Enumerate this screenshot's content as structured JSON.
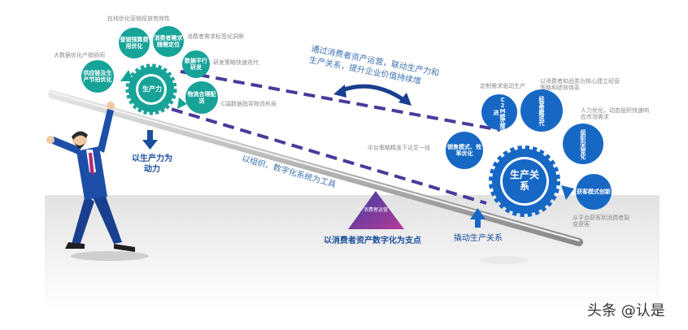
{
  "left": {
    "gear_label": "生产力",
    "nodes": [
      "营销预算费用优化",
      "消费者需求随需定位",
      "数据平行研发",
      "物流合理配送",
      "供应链及生产节拍优化"
    ],
    "captions": {
      "top": "在线优化营销投放有效性",
      "top_right": "消费者需求标签化洞察",
      "left": "大数据优化产销协同",
      "right": "研发策略快速迭代",
      "bottom_right": "C端数据指导物流布局"
    },
    "arrow_label": "以生产力为动力"
  },
  "right": {
    "gear_label": "生产关系",
    "nodes": [
      "销售模式、效率优化",
      "C2M模式推进",
      "经营策略迭代",
      "组织形态变化",
      "获客模式创新"
    ],
    "captions": {
      "c2m": "定制需求驱动生产",
      "strategy": "以消费者和品类为核心建立经营策略和绩效体系",
      "org": "人力优化，动态组织快速响应市场需求",
      "acq": "从平台获客到消费者裂变获客",
      "sales": "中台策略精准下达至一线"
    },
    "arrow_label": "撬动生产关系"
  },
  "center": {
    "slogan": "通过消费者资产运营，联动生产力和生产关系，提升企业价值持续增",
    "lever_label": "以组织、数字化系统为工具",
    "pivot_label": "消费者运营",
    "pivot_caption": "以消费者资产数字化为支点"
  },
  "watermark": "头条 @认是",
  "colors": {
    "teal": "#18a398",
    "blue": "#1668c4",
    "navy": "#1a3f8f",
    "purple": "#4a3a9a"
  }
}
